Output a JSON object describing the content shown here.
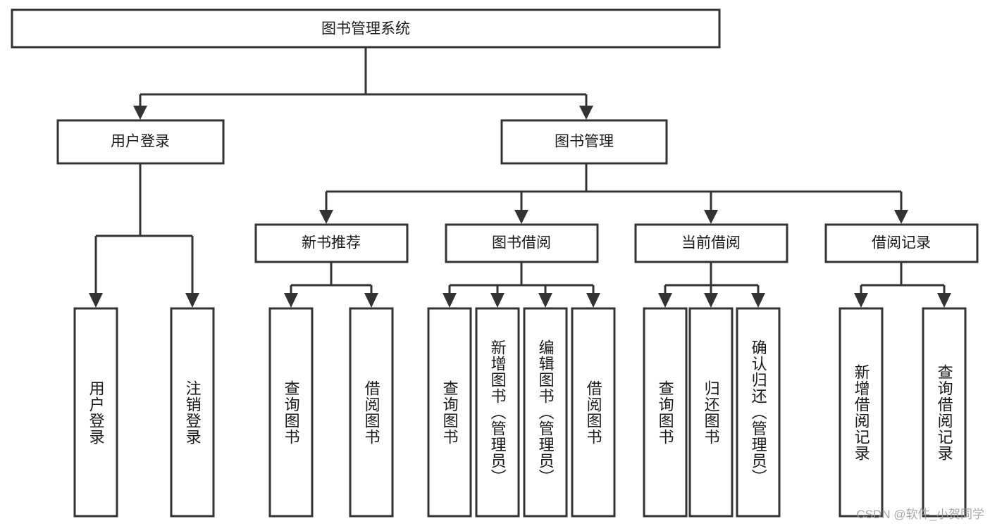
{
  "diagram": {
    "title": "图书管理系统",
    "type": "tree-hierarchy-diagram",
    "colors": {
      "box_stroke": "#333333",
      "box_fill": "#ffffff",
      "text": "#1a1a1a",
      "background": "#ffffff",
      "watermark": "#9a9a9a"
    },
    "root": {
      "label": "图书管理系统"
    },
    "level2": [
      {
        "label": "用户登录"
      },
      {
        "label": "图书管理"
      }
    ],
    "level3": [
      {
        "label": "新书推荐"
      },
      {
        "label": "图书借阅"
      },
      {
        "label": "当前借阅"
      },
      {
        "label": "借阅记录"
      }
    ],
    "leaves": {
      "user_login": [
        {
          "label": "用户登录"
        },
        {
          "label": "注销登录"
        }
      ],
      "new_book_recommend": [
        {
          "label": "查询图书"
        },
        {
          "label": "借阅图书"
        }
      ],
      "book_borrow": [
        {
          "label": "查询图书"
        },
        {
          "label": "新增图书（管理员）"
        },
        {
          "label": "编辑图书（管理员）"
        },
        {
          "label": "借阅图书"
        }
      ],
      "current_borrow": [
        {
          "label": "查询图书"
        },
        {
          "label": "归还图书"
        },
        {
          "label": "确认归还（管理员）"
        }
      ],
      "borrow_record": [
        {
          "label": "新增借阅记录"
        },
        {
          "label": "查询借阅记录"
        }
      ]
    }
  },
  "watermark": {
    "text": "CSDN @软件_小贺同学"
  }
}
